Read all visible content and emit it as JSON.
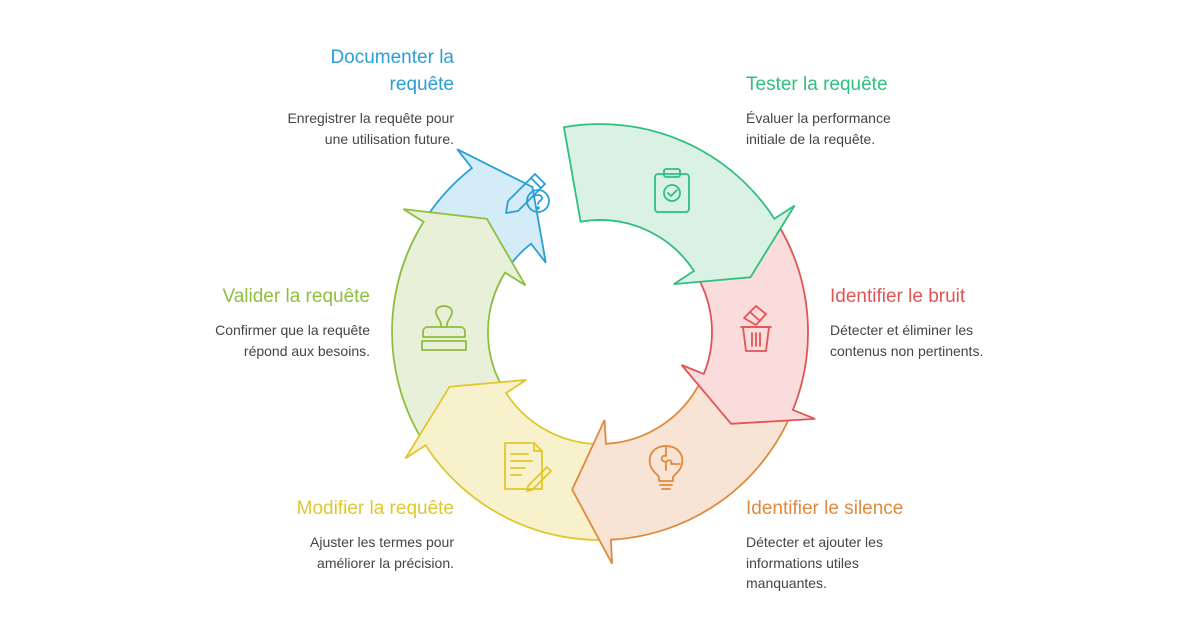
{
  "steps": [
    {
      "id": "test",
      "title": "Tester la requête",
      "desc": "Évaluer la performance\ninitiale de la requête.",
      "color": "#2fbf7f",
      "fill": "#d9f2e4",
      "icon": "clipboard-check-icon"
    },
    {
      "id": "noise",
      "title": "Identifier le bruit",
      "desc": "Détecter et éliminer les\ncontenus non pertinents.",
      "color": "#e05555",
      "fill": "#fadcdc",
      "icon": "trash-eraser-icon"
    },
    {
      "id": "silence",
      "title": "Identifier le silence",
      "desc": "Détecter et ajouter les\ninformations utiles\nmanquantes.",
      "color": "#e08a3c",
      "fill": "#f8e4d5",
      "icon": "lightbulb-puzzle-icon"
    },
    {
      "id": "modify",
      "title": "Modifier la requête",
      "desc": "Ajuster les termes pour\naméliorer la précision.",
      "color": "#e0c72e",
      "fill": "#f8f2cc",
      "icon": "document-edit-icon"
    },
    {
      "id": "validate",
      "title": "Valider la requête",
      "desc": "Confirmer que la requête\nrépond aux besoins.",
      "color": "#8fbf3e",
      "fill": "#e8f0da",
      "icon": "stamp-icon"
    },
    {
      "id": "document",
      "title": "Documenter la\nrequête",
      "desc": "Enregistrer la requête pour\nune utilisation future.",
      "color": "#2a9fd6",
      "fill": "#d4ecf8",
      "icon": "pencil-question-icon"
    }
  ]
}
